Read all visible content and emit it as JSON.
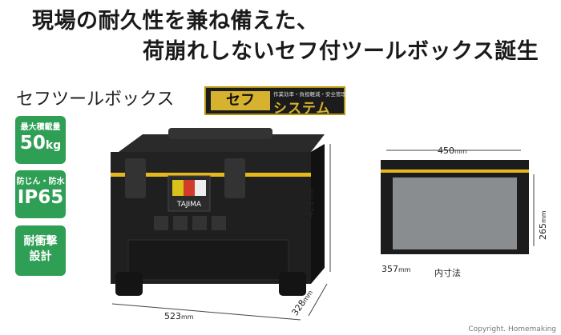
{
  "headline": {
    "line1": "現場の耐久性を兼ね備えた、",
    "line2": "荷崩れしないセフ付ツールボックス誕生"
  },
  "product_name": "セフツールボックス",
  "logo": {
    "seal": "セフ",
    "tagline": "作業効率・負担軽減・安全管理",
    "system": "システム"
  },
  "badges": {
    "max_load_label": "最大積載量",
    "max_load_value": "50",
    "max_load_unit": "kg",
    "protection_label": "防じん・防水",
    "protection_value": "IP65",
    "impact_line1": "耐衝撃",
    "impact_line2": "設計"
  },
  "box_dimensions": {
    "width_value": "523",
    "width_unit": "mm",
    "depth_value": "328",
    "depth_unit": "mm",
    "height_value": "421",
    "height_unit": "mm"
  },
  "box_brand": "TAJIMA",
  "inner_dimensions": {
    "width_value": "450",
    "width_unit": "mm",
    "depth_value": "357",
    "depth_unit": "mm",
    "height_value": "265",
    "height_unit": "mm",
    "label": "内寸法"
  },
  "copyright": "Copyright. Homemaking",
  "colors": {
    "badge_green": "#2f9f56",
    "box_black": "#1f1f1f",
    "trim_yellow": "#e6b81e"
  }
}
